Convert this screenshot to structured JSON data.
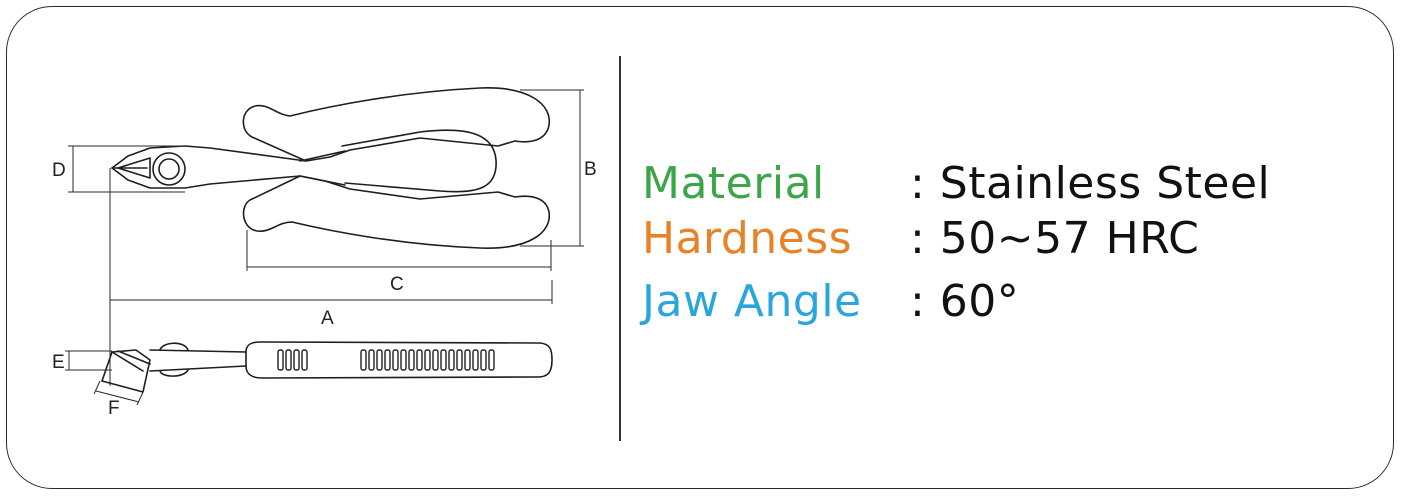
{
  "spec": {
    "rows": [
      {
        "label": "Material",
        "value": ": Stainless Steel",
        "color": "#3aa648"
      },
      {
        "label": "Hardness",
        "value": ": 50~57 HRC",
        "color": "#e88226"
      },
      {
        "label": "Jaw Angle",
        "value": ": 60°",
        "color": "#2aa6dd"
      }
    ]
  },
  "dimensions": {
    "a": "A",
    "b": "B",
    "c": "C",
    "d": "D",
    "e": "E",
    "f": "F"
  }
}
